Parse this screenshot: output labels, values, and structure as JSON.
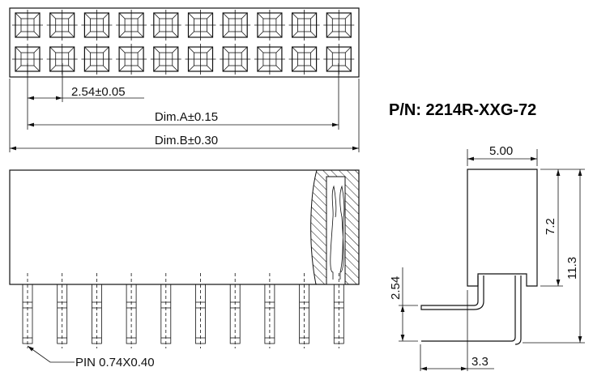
{
  "title": "P/N: 2214R-XXG-72",
  "top_view": {
    "rows": 2,
    "columns": 10,
    "pitch_label": "2.54±0.05",
    "dim_a_label": "Dim.A±0.15",
    "dim_b_label": "Dim.B±0.30"
  },
  "front_view": {
    "pin_count": 10,
    "pin_label": "PIN 0.74X0.40"
  },
  "side_view": {
    "width_label": "5.00",
    "body_height_label": "7.2",
    "total_height_label": "11.3",
    "row_pitch_label": "2.54",
    "pin_offset_label": "3.3"
  }
}
